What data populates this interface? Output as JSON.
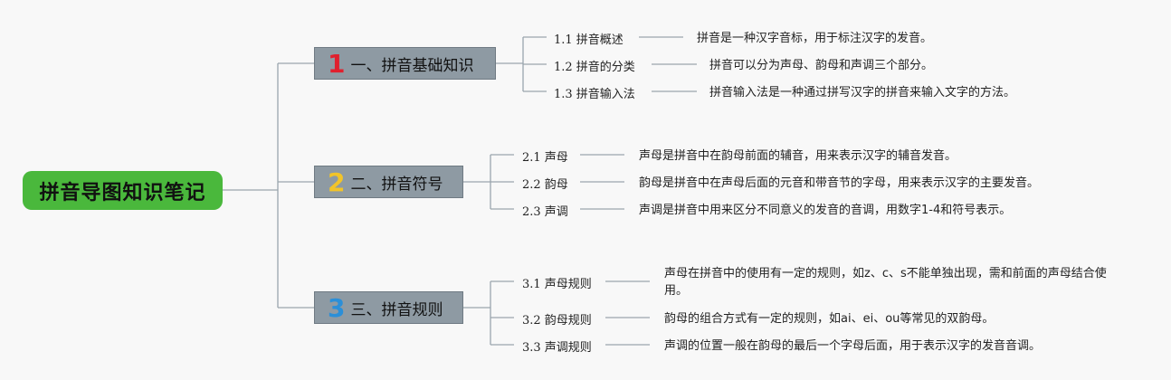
{
  "root": {
    "title": "拼音导图知识笔记"
  },
  "colors": {
    "root": "#4ab83c",
    "branch": "#8e9aa3",
    "num1": "#e0202e",
    "num2": "#f2c429",
    "num3": "#2b8fd8",
    "connector": "#9aa5ad"
  },
  "branches": [
    {
      "num": "1",
      "title": "一、拼音基础知识",
      "items": [
        {
          "label": "1.1 拼音概述",
          "desc": "拼音是一种汉字音标，用于标注汉字的发音。"
        },
        {
          "label": "1.2 拼音的分类",
          "desc": "拼音可以分为声母、韵母和声调三个部分。"
        },
        {
          "label": "1.3 拼音输入法",
          "desc": "拼音输入法是一种通过拼写汉字的拼音来输入文字的方法。"
        }
      ]
    },
    {
      "num": "2",
      "title": "二、拼音符号",
      "items": [
        {
          "label": "2.1 声母",
          "desc": "声母是拼音中在韵母前面的辅音，用来表示汉字的辅音发音。"
        },
        {
          "label": "2.2 韵母",
          "desc": "韵母是拼音中在声母后面的元音和带音节的字母，用来表示汉字的主要发音。"
        },
        {
          "label": "2.3 声调",
          "desc": "声调是拼音中用来区分不同意义的发音的音调，用数字1-4和符号表示。"
        }
      ]
    },
    {
      "num": "3",
      "title": "三、拼音规则",
      "items": [
        {
          "label": "3.1 声母规则",
          "desc": "声母在拼音中的使用有一定的规则，如z、c、s不能单独出现，需和前面的声母结合使用。"
        },
        {
          "label": "3.2 韵母规则",
          "desc": "韵母的组合方式有一定的规则，如ai、ei、ou等常见的双韵母。"
        },
        {
          "label": "3.3 声调规则",
          "desc": "声调的位置一般在韵母的最后一个字母后面，用于表示汉字的发音音调。"
        }
      ]
    }
  ]
}
